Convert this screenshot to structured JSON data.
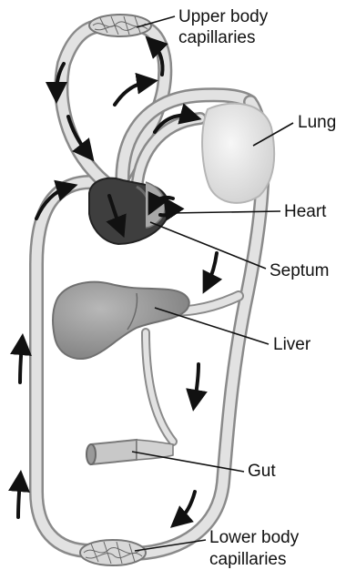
{
  "labels": {
    "upper_capillaries_line1": "Upper body",
    "upper_capillaries_line2": "capillaries",
    "lung": "Lung",
    "heart": "Heart",
    "septum": "Septum",
    "liver": "Liver",
    "gut": "Gut",
    "lower_capillaries_line1": "Lower body",
    "lower_capillaries_line2": "capillaries"
  },
  "colors": {
    "vessel_edge": "#8a8a8a",
    "vessel_fill": "#dcdcdc",
    "heart": "#3e3e3e",
    "organ": "#9a9a9a",
    "lung": "#e6e6e6",
    "arrow": "#111111",
    "leader_line": "#111111"
  }
}
